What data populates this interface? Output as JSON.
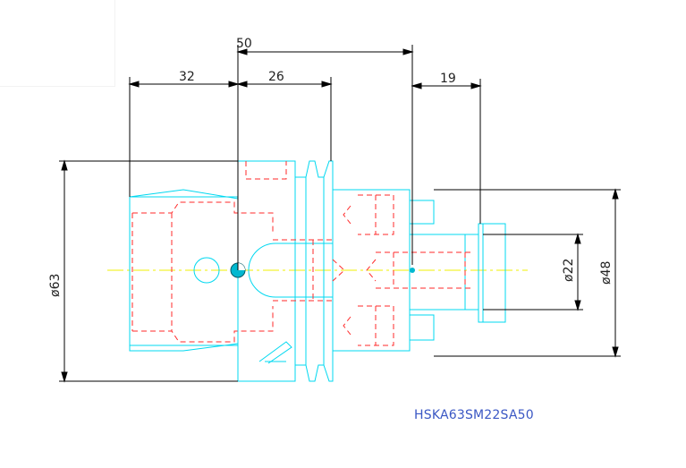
{
  "drawing": {
    "part_code": "HSKA63SM22SA50",
    "dimensions": {
      "d50": "50",
      "d32": "32",
      "d26": "26",
      "d19": "19",
      "phi63": "ø63",
      "phi22": "ø22",
      "phi48": "ø48"
    },
    "colors": {
      "body_outline": "#00e5ff",
      "hidden_lines": "#ff2a2a",
      "dimension_lines": "#000000",
      "centerline": "#ffff00",
      "part_code_text": "#3a57c4"
    },
    "line_style_hidden": "dashed",
    "line_style_centerline": "dash-dot"
  }
}
